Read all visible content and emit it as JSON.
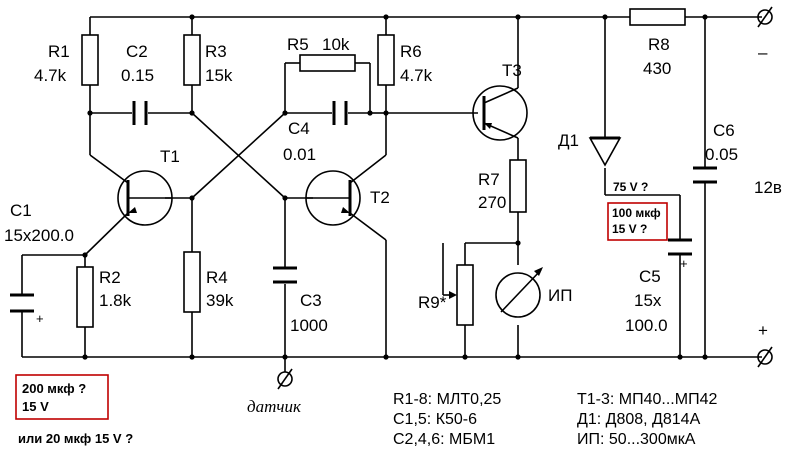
{
  "components": {
    "r1": {
      "name": "R1",
      "value": "4.7k"
    },
    "c2": {
      "name": "C2",
      "value": "0.15"
    },
    "r3": {
      "name": "R3",
      "value": "15k"
    },
    "r5": {
      "name": "R5",
      "value": "10k"
    },
    "r6": {
      "name": "R6",
      "value": "4.7k"
    },
    "r8": {
      "name": "R8",
      "value": "430"
    },
    "c4": {
      "name": "C4",
      "value": "0.01"
    },
    "t1": {
      "name": "T1"
    },
    "t2": {
      "name": "T2"
    },
    "t3": {
      "name": "T3"
    },
    "c1": {
      "name": "C1",
      "value": "15x200.0"
    },
    "r2": {
      "name": "R2",
      "value": "1.8k"
    },
    "r4": {
      "name": "R4",
      "value": "39k"
    },
    "c3": {
      "name": "C3",
      "value": "1000"
    },
    "r7": {
      "name": "R7",
      "value": "270"
    },
    "r9": {
      "name": "R9*"
    },
    "meter": {
      "name": "ИП"
    },
    "d1": {
      "name": "Д1",
      "note": "75 V ?"
    },
    "c6": {
      "name": "C6",
      "value": "0.05"
    },
    "c5": {
      "name": "C5",
      "value_line1": "15x",
      "value_line2": "100.0"
    }
  },
  "terminals": {
    "minus": "–",
    "plus": "+",
    "voltage": "12в",
    "sensor": "датчик"
  },
  "notes": {
    "c5_note_line1": "100 мкф",
    "c5_note_line2": "15 V ?",
    "c1_note_line1": "200 мкф ?",
    "c1_note_line2": "15 V",
    "c1_alt": "или 20 мкф 15 V ?"
  },
  "specs": {
    "resistors": "R1-8: МЛТ0,25",
    "electrolytics": "С1,5: К50-6",
    "film_caps": "С2,4,6: МБМ1",
    "transistors": "Т1-3: МП40...МП42",
    "diode": "Д1: Д808, Д814А",
    "meter": "ИП: 50...300мкА"
  },
  "colors": {
    "wire": "#000000",
    "annotation_box": "#c00000",
    "background": "#ffffff"
  }
}
